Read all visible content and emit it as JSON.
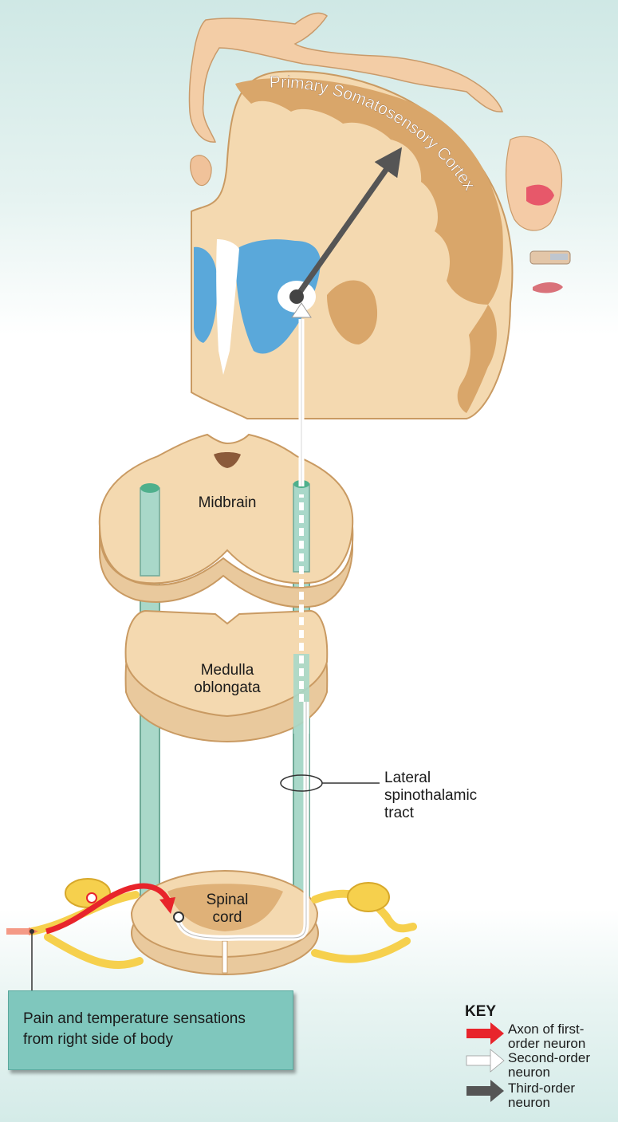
{
  "labels": {
    "cortex": "Primary Somatosensory Cortex",
    "midbrain": "Midbrain",
    "medulla": [
      "Medulla",
      "oblongata"
    ],
    "spinal_cord": [
      "Spinal",
      "cord"
    ],
    "tract": [
      "Lateral",
      "spinothalamic",
      "tract"
    ]
  },
  "info_box": [
    "Pain and temperature sensations",
    "from right side of body"
  ],
  "key": {
    "title": "KEY",
    "items": [
      {
        "lines": [
          "Axon of first-",
          "order neuron"
        ],
        "color": "#e8242b"
      },
      {
        "lines": [
          "Second-order",
          "neuron"
        ],
        "color": "#ffffff"
      },
      {
        "lines": [
          "Third-order",
          "neuron"
        ],
        "color": "#555555"
      }
    ]
  },
  "colors": {
    "tissue": "#f4d9b0",
    "tissue_edge": "#c99a62",
    "gray_matter": "#d9a66a",
    "ventricle": "#5aa8da",
    "tract": "#a9d8c9",
    "nerve": "#f6d04d",
    "first_order": "#e8242b",
    "third_order": "#555555",
    "info_box": "#7fc7bd"
  }
}
